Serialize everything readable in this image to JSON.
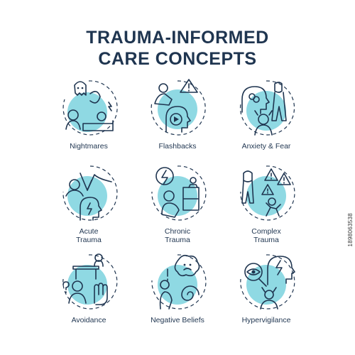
{
  "title": {
    "line1": "TRAUMA-INFORMED",
    "line2": "CARE CONCEPTS"
  },
  "side_id": "1898063538",
  "icons": [
    {
      "label_lines": [
        "Nightmares"
      ],
      "icon": "nightmares-icon"
    },
    {
      "label_lines": [
        "Flashbacks"
      ],
      "icon": "flashbacks-icon"
    },
    {
      "label_lines": [
        "Anxiety & Fear"
      ],
      "icon": "anxiety-fear-icon"
    },
    {
      "label_lines": [
        "Acute",
        "Trauma"
      ],
      "icon": "acute-trauma-icon"
    },
    {
      "label_lines": [
        "Chronic",
        "Trauma"
      ],
      "icon": "chronic-trauma-icon"
    },
    {
      "label_lines": [
        "Complex",
        "Trauma"
      ],
      "icon": "complex-trauma-icon"
    },
    {
      "label_lines": [
        "Avoidance"
      ],
      "icon": "avoidance-icon"
    },
    {
      "label_lines": [
        "Negative Beliefs"
      ],
      "icon": "negative-beliefs-icon"
    },
    {
      "label_lines": [
        "Hypervigilance"
      ],
      "icon": "hypervigilance-icon"
    }
  ],
  "colors": {
    "accent": "#8fd9e3",
    "ink": "#1f3550",
    "background": "#ffffff"
  }
}
